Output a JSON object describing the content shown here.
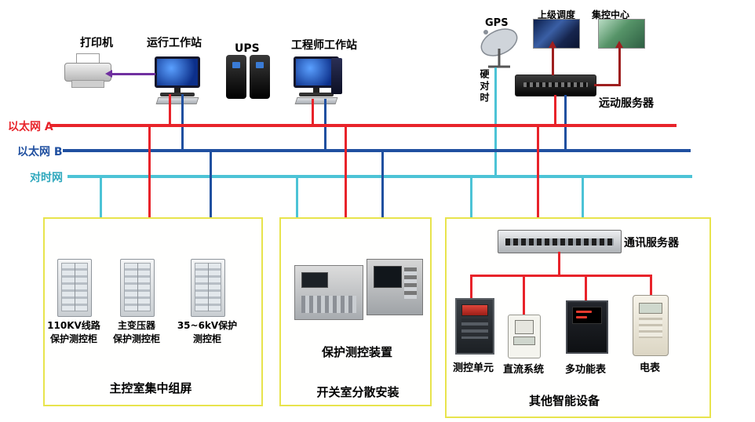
{
  "devices": {
    "printer": {
      "label": "打印机"
    },
    "operator_workstation": {
      "label": "运行工作站"
    },
    "ups": {
      "label": "UPS"
    },
    "engineer_workstation": {
      "label": "工程师工作站"
    },
    "gps": {
      "label": "GPS"
    },
    "superior_dispatch": {
      "label": "上级调度"
    },
    "central_control": {
      "label": "集控中心"
    },
    "telecontrol_server": {
      "label": "远动服务器"
    },
    "gps_link_label": "硬对时"
  },
  "buses": [
    {
      "id": "ethernet-a",
      "label": "以太网 A",
      "color": "#e8232a"
    },
    {
      "id": "ethernet-b",
      "label": "以太网 B",
      "color": "#2050a0"
    },
    {
      "id": "time-sync-net",
      "label": "对时网",
      "color": "#4cc3d6"
    }
  ],
  "left_group": {
    "caption": "主控室集中组屏",
    "cabinets": [
      {
        "line1": "110KV线路",
        "line2": "保护测控柜"
      },
      {
        "line1": "主变压器",
        "line2": "保护测控柜"
      },
      {
        "line1": "35~6kV保护",
        "line2": "测控柜"
      }
    ]
  },
  "middle_group": {
    "caption": "开关室分散安装",
    "device_label": "保护测控装置"
  },
  "right_group": {
    "caption": "其他智能设备",
    "server_label": "通讯服务器",
    "devices": [
      {
        "label": "测控单元"
      },
      {
        "label": "直流系统"
      },
      {
        "label": "多功能表"
      },
      {
        "label": "电表"
      }
    ]
  }
}
